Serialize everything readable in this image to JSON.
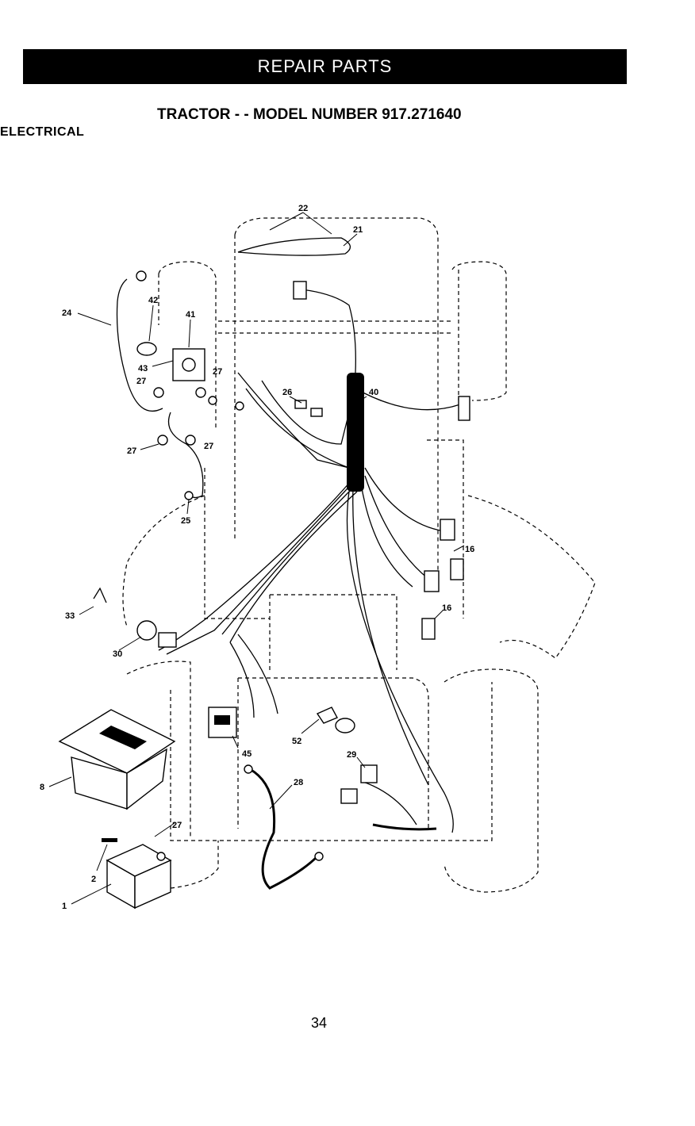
{
  "header": {
    "banner": "REPAIR PARTS",
    "title": "TRACTOR - - MODEL NUMBER 917.271640"
  },
  "section_label": "ELECTRICAL",
  "callouts": {
    "c22": "22",
    "c21": "21",
    "c24": "24",
    "c42": "42",
    "c41": "41",
    "c43": "43",
    "c27a": "27",
    "c27b": "27",
    "c27c": "27",
    "c27d": "27",
    "c27e": "27",
    "c26": "26",
    "c40": "40",
    "c25": "25",
    "c16a": "16",
    "c16b": "16",
    "c33": "33",
    "c30": "30",
    "c8": "8",
    "c45": "45",
    "c52": "52",
    "c29": "29",
    "c28": "28",
    "c2": "2",
    "c1": "1"
  },
  "footer": {
    "page_number": "34"
  }
}
